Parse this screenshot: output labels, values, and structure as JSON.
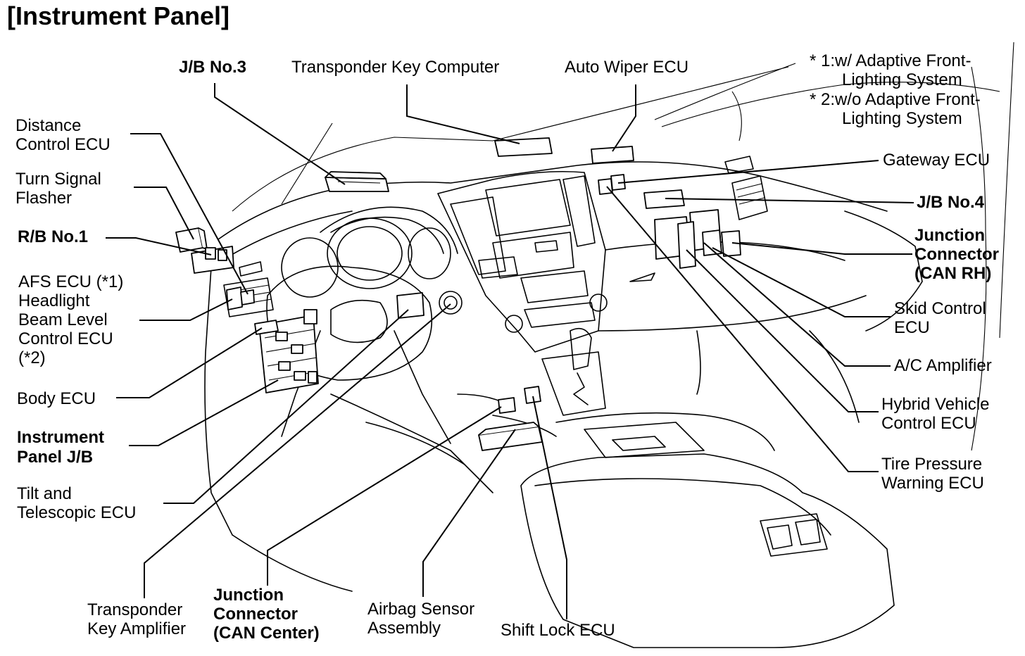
{
  "title": "[Instrument Panel]",
  "labels": {
    "jb_no3": "J/B No.3",
    "transponder_key_computer": "Transponder Key Computer",
    "auto_wiper_ecu": "Auto Wiper ECU",
    "note_1a": "* 1:w/ Adaptive Front-",
    "note_1b": "Lighting System",
    "note_2a": "* 2:w/o Adaptive Front-",
    "note_2b": "Lighting System",
    "distance_control_ecu_1": "Distance",
    "distance_control_ecu_2": "Control ECU",
    "turn_signal_flasher_1": "Turn Signal",
    "turn_signal_flasher_2": "Flasher",
    "rb_no1": "R/B No.1",
    "afs_ecu_1": "AFS ECU (*1)",
    "afs_ecu_2": "Headlight",
    "afs_ecu_3": "Beam Level",
    "afs_ecu_4": "Control ECU",
    "afs_ecu_5": "(*2)",
    "body_ecu": "Body ECU",
    "instrument_panel_jb_1": "Instrument",
    "instrument_panel_jb_2": "Panel J/B",
    "tilt_telescopic_1": "Tilt and",
    "tilt_telescopic_2": "Telescopic ECU",
    "transponder_key_amp_1": "Transponder",
    "transponder_key_amp_2": "Key Amplifier",
    "jc_can_center_1": "Junction",
    "jc_can_center_2": "Connector",
    "jc_can_center_3": "(CAN Center)",
    "airbag_sensor_1": "Airbag Sensor",
    "airbag_sensor_2": "Assembly",
    "shift_lock_ecu": "Shift Lock ECU",
    "gateway_ecu": "Gateway ECU",
    "jb_no4": "J/B No.4",
    "jc_can_rh_1": "Junction",
    "jc_can_rh_2": "Connector",
    "jc_can_rh_3": "(CAN RH)",
    "skid_control_1": "Skid Control",
    "skid_control_2": "ECU",
    "ac_amplifier": "A/C Amplifier",
    "hybrid_vehicle_1": "Hybrid Vehicle",
    "hybrid_vehicle_2": "Control ECU",
    "tire_pressure_1": "Tire Pressure",
    "tire_pressure_2": "Warning ECU"
  }
}
